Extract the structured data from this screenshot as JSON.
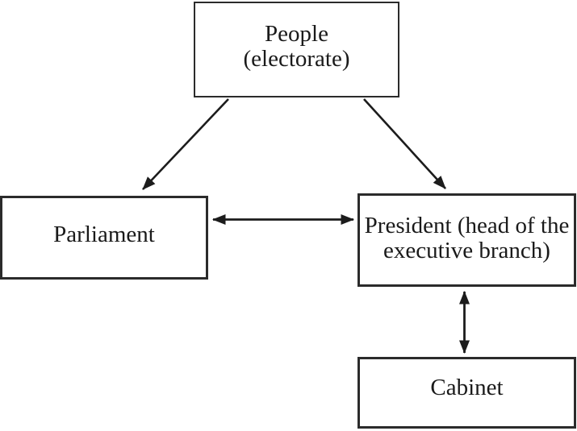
{
  "diagram": {
    "type": "flow-diagram",
    "background": "#ffffff",
    "line_color": "#1c1c1c",
    "text_color": "#1a1a1a",
    "nodes": {
      "people": {
        "line1": "People",
        "line2": "(electorate)",
        "full_label": "People (electorate)"
      },
      "parliament": {
        "label": "Parliament"
      },
      "president": {
        "line1": "President (head of the",
        "line2": "executive branch)",
        "full_label": "President (head of the executive branch)"
      },
      "cabinet": {
        "label": "Cabinet"
      }
    },
    "edges": [
      {
        "from": "people",
        "to": "parliament",
        "direction": "one-way",
        "style": "straight-arrow"
      },
      {
        "from": "people",
        "to": "president",
        "direction": "one-way",
        "style": "straight-arrow"
      },
      {
        "from": "parliament",
        "to": "president",
        "direction": "two-way",
        "style": "straight-arrow"
      },
      {
        "from": "president",
        "to": "cabinet",
        "direction": "two-way",
        "style": "straight-arrow"
      }
    ]
  }
}
